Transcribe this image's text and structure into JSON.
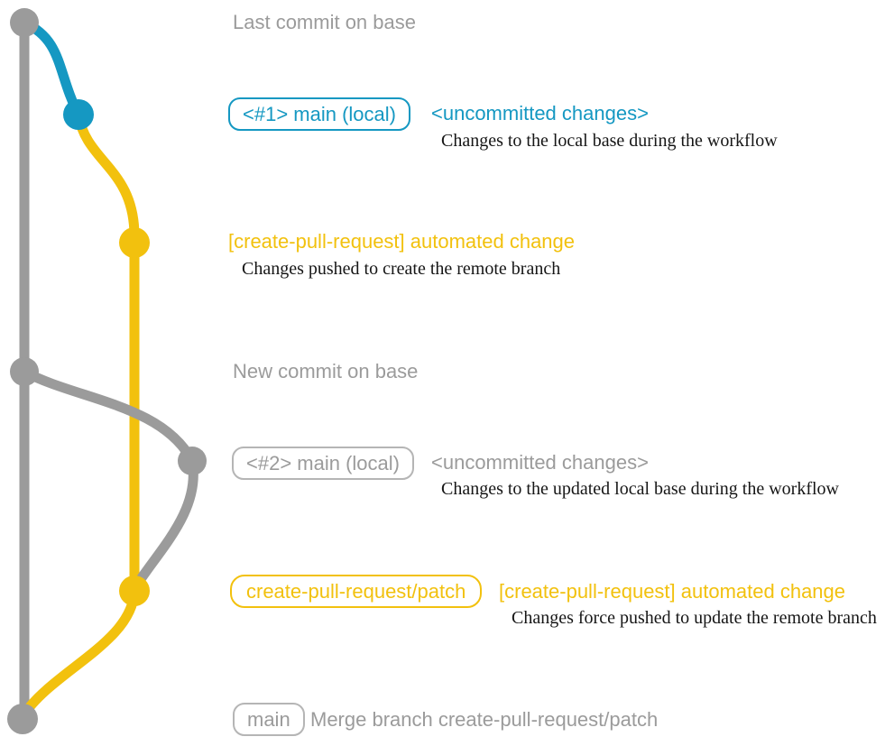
{
  "colors": {
    "gray": "#9b9b9b",
    "gray-border": "#b5b5b5",
    "blue": "#1598c2",
    "yellow": "#f2c10e",
    "ink": "#161616"
  },
  "timeline": {
    "last_commit_label": "Last commit on base",
    "new_commit_label": "New commit on base"
  },
  "row1": {
    "badge": "<#1> main (local)",
    "title": "<uncommitted changes>",
    "caption": "Changes to the local base during the workflow"
  },
  "row2": {
    "title": "[create-pull-request] automated change",
    "caption": "Changes pushed to create the remote branch"
  },
  "row3": {
    "badge": "<#2> main (local)",
    "title": "<uncommitted changes>",
    "caption": "Changes to the updated local base during the workflow"
  },
  "row4": {
    "badge": "create-pull-request/patch",
    "title": "[create-pull-request] automated change",
    "caption": "Changes force pushed to update the remote branch"
  },
  "row5": {
    "badge": "main",
    "title": "Merge branch create-pull-request/patch"
  }
}
